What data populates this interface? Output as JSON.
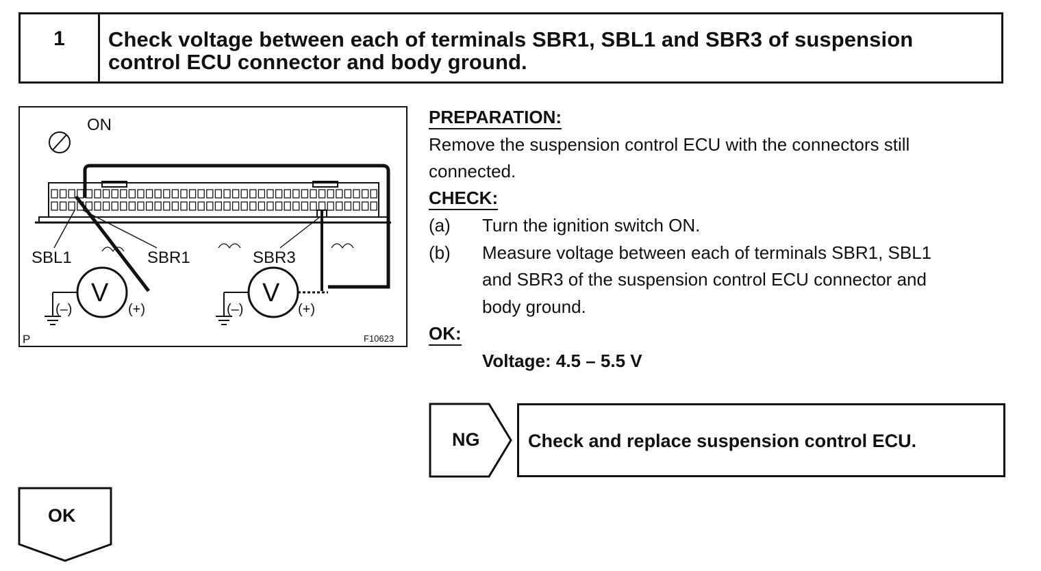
{
  "step": {
    "number": "1",
    "title_line1": "Check voltage between each of terminals SBR1, SBL1 and SBR3 of suspension",
    "title_line2": "control ECU connector and body ground."
  },
  "figure": {
    "switch_label": "ON",
    "terminal_labels": [
      "SBL1",
      "SBR1",
      "SBR3"
    ],
    "meter_symbol": "V",
    "negative_label": "(–)",
    "positive_label": "(+)",
    "corner_label": "P",
    "figure_id": "F10623",
    "icons": [
      "ignition-switch-icon",
      "voltmeter-icon",
      "ground-icon",
      "ecu-connector-icon"
    ]
  },
  "preparation": {
    "heading": "PREPARATION:",
    "line1": "Remove the suspension control ECU with the connectors still",
    "line2": "connected."
  },
  "check": {
    "heading": "CHECK:",
    "items": [
      {
        "marker": "(a)",
        "lines": [
          "Turn the ignition switch ON."
        ]
      },
      {
        "marker": "(b)",
        "lines": [
          "Measure voltage between each of terminals SBR1, SBL1",
          "and SBR3 of the suspension control ECU connector and",
          "body ground."
        ]
      }
    ]
  },
  "ok": {
    "heading": "OK:",
    "spec": "Voltage: 4.5 – 5.5 V"
  },
  "ng_branch": {
    "label": "NG",
    "action": "Check and replace suspension control ECU."
  },
  "ok_branch": {
    "label": "OK"
  }
}
